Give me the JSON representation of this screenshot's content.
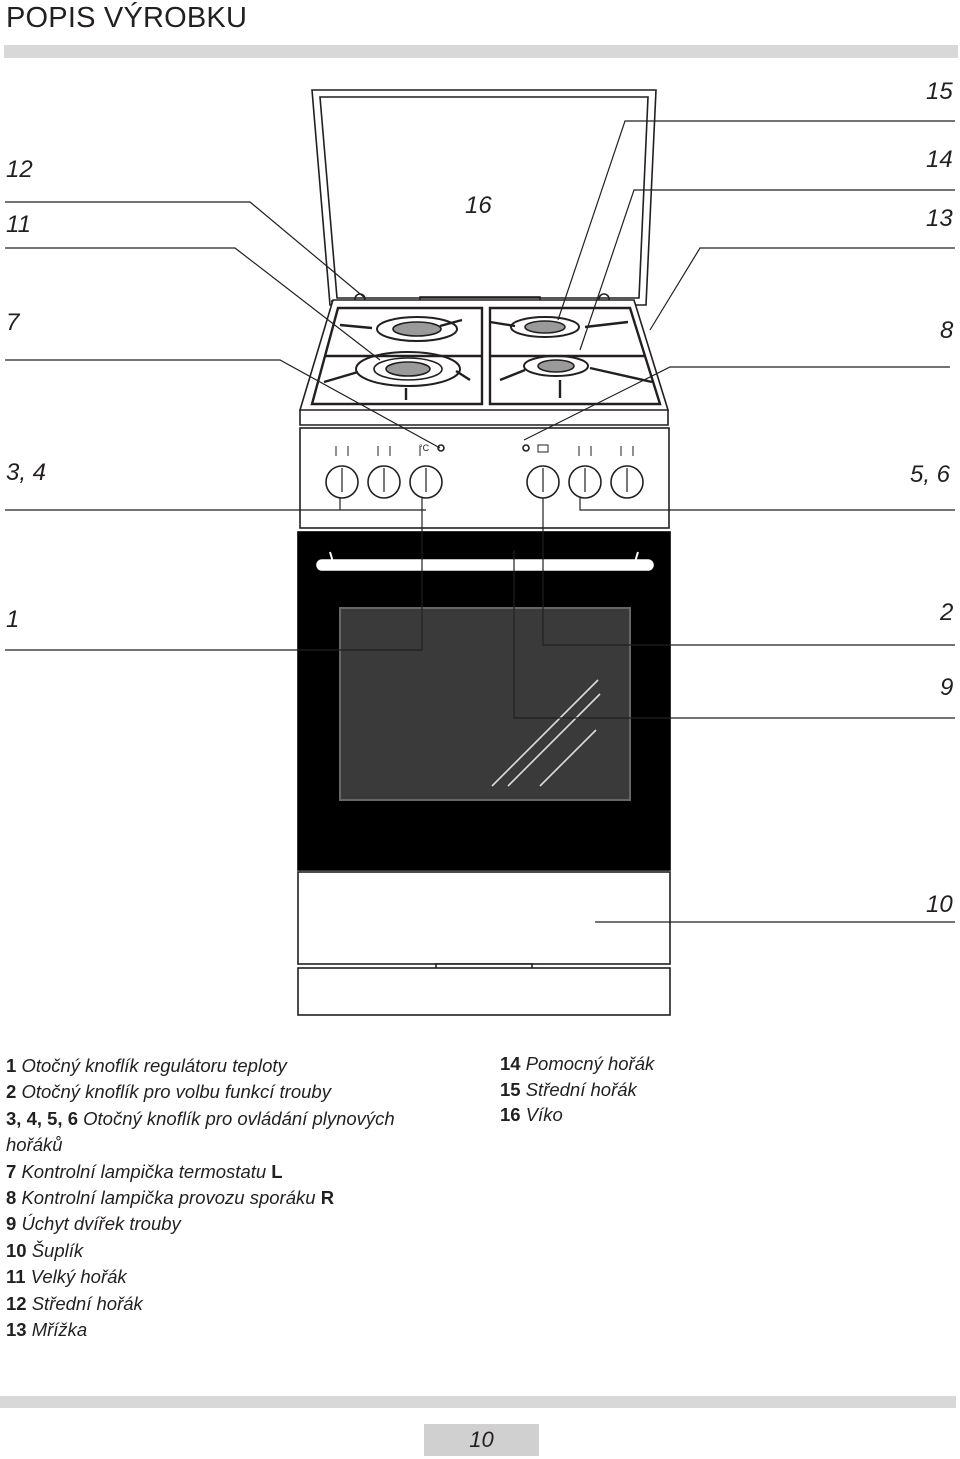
{
  "heading": "POPIS VÝROBKU",
  "callouts": {
    "c15": "15",
    "c14": "14",
    "c13": "13",
    "c12": "12",
    "c11": "11",
    "c16": "16",
    "c7": "7",
    "c8": "8",
    "c34": "3, 4",
    "c56": "5, 6",
    "c1": "1",
    "c2": "2",
    "c9": "9",
    "c10": "10"
  },
  "legend_left": [
    {
      "num": "1",
      "text": "Otočný knoflík regulátoru teploty"
    },
    {
      "num": "2",
      "text": "Otočný knoflík pro volbu funkcí trouby"
    },
    {
      "num": "3, 4, 5, 6",
      "text": "Otočný knoflík pro ovládání plynových"
    },
    {
      "num": "",
      "text": "hořáků"
    },
    {
      "num": "7",
      "text": "Kontrolní lampička termostatu",
      "letter": "L"
    },
    {
      "num": "8",
      "text": "Kontrolní lampička provozu sporáku",
      "letter": "R"
    },
    {
      "num": "9",
      "text": "Úchyt dvířek trouby"
    },
    {
      "num": "10",
      "text": "Šuplík"
    },
    {
      "num": "11",
      "text": "Velký hořák"
    },
    {
      "num": "12",
      "text": "Střední hořák"
    },
    {
      "num": "13",
      "text": "Mřížka"
    }
  ],
  "legend_right": [
    {
      "num": "14",
      "text": "Pomocný hořák"
    },
    {
      "num": "15",
      "text": "Střední hořák"
    },
    {
      "num": "16",
      "text": "Víko"
    }
  ],
  "control_marks": {
    "temp_symbol": "°C"
  },
  "page_number": "10"
}
